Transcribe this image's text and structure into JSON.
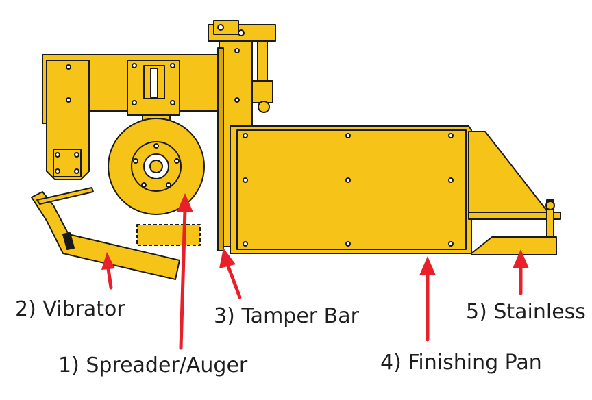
{
  "colors": {
    "machine_fill": "#f6c319",
    "machine_shade": "#d9a60c",
    "outline": "#1a1a1a",
    "arrow": "#e8202a",
    "label_text": "#1e1e1e"
  },
  "labels": {
    "spreader": "1) Spreader/Auger",
    "vibrator": "2) Vibrator",
    "tamper_bar": "3) Tamper Bar",
    "finishing_pan": "4) Finishing Pan",
    "stainless": "5) Stainless"
  }
}
